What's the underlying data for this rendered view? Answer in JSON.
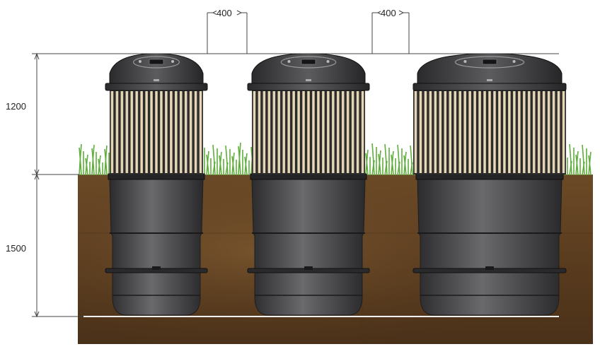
{
  "dimensions": {
    "spacing_left": "400",
    "spacing_right": "400",
    "height_above_ground": "1200",
    "depth_below_ground": "1500"
  },
  "colors": {
    "soil": "#5a3c1f",
    "soil_dark": "#3f2a15",
    "grass": "#5fae3c",
    "container_body": "#3e3e40",
    "container_highlight": "#6f6f72",
    "slat_light": "#e9dcc0",
    "slat_dark": "#2b2b2b",
    "dimension_line": "#444444"
  },
  "containers": [
    {
      "name": "container-left"
    },
    {
      "name": "container-middle"
    },
    {
      "name": "container-right"
    }
  ]
}
